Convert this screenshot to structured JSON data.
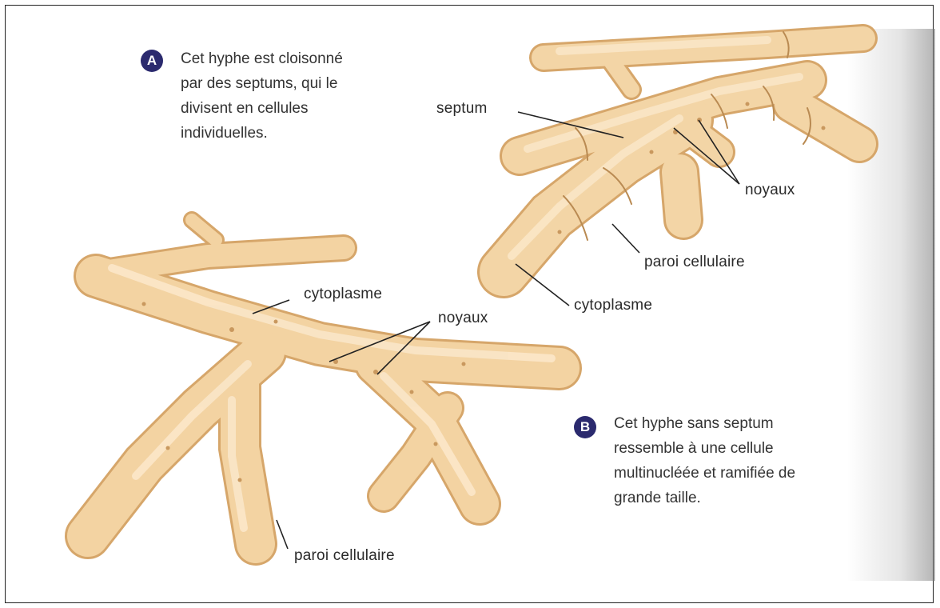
{
  "caption_a": {
    "badge": "A",
    "lines": [
      "Cet hyphe est cloisonné",
      "par des septums, qui le",
      "divisent en cellules",
      "individuelles."
    ]
  },
  "caption_b": {
    "badge": "B",
    "lines": [
      "Cet hyphe sans septum",
      "ressemble à une cellule",
      "multinucléée et ramifiée de",
      "grande taille."
    ]
  },
  "labels_a": {
    "septum": "septum",
    "noyaux": "noyaux",
    "paroi": "paroi cellulaire",
    "cytoplasme": "cytoplasme"
  },
  "labels_b": {
    "cytoplasme": "cytoplasme",
    "noyaux": "noyaux",
    "paroi": "paroi cellulaire"
  },
  "colors": {
    "hypha_fill": "#f1cf9c",
    "hypha_shade": "#dcae72",
    "hypha_highlight": "#fbe9cd",
    "badge": "#2b2a6e"
  }
}
